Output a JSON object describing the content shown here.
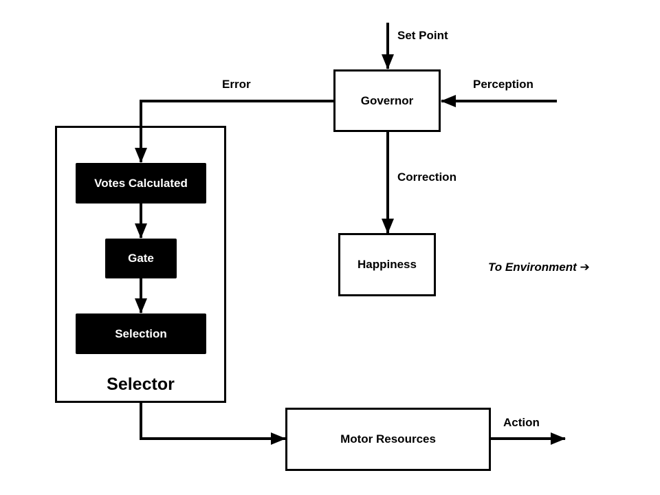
{
  "inputs": {
    "set_point": "Set Point",
    "perception": "Perception"
  },
  "signals": {
    "error": "Error",
    "correction": "Correction",
    "action": "Action"
  },
  "blocks": {
    "governor": "Governor",
    "happiness": "Happiness",
    "motor_resources": "Motor Resources"
  },
  "selector": {
    "title": "Selector",
    "steps": [
      "Votes Calculated",
      "Gate",
      "Selection"
    ]
  },
  "annotations": {
    "to_environment": "To Environment ➔"
  }
}
